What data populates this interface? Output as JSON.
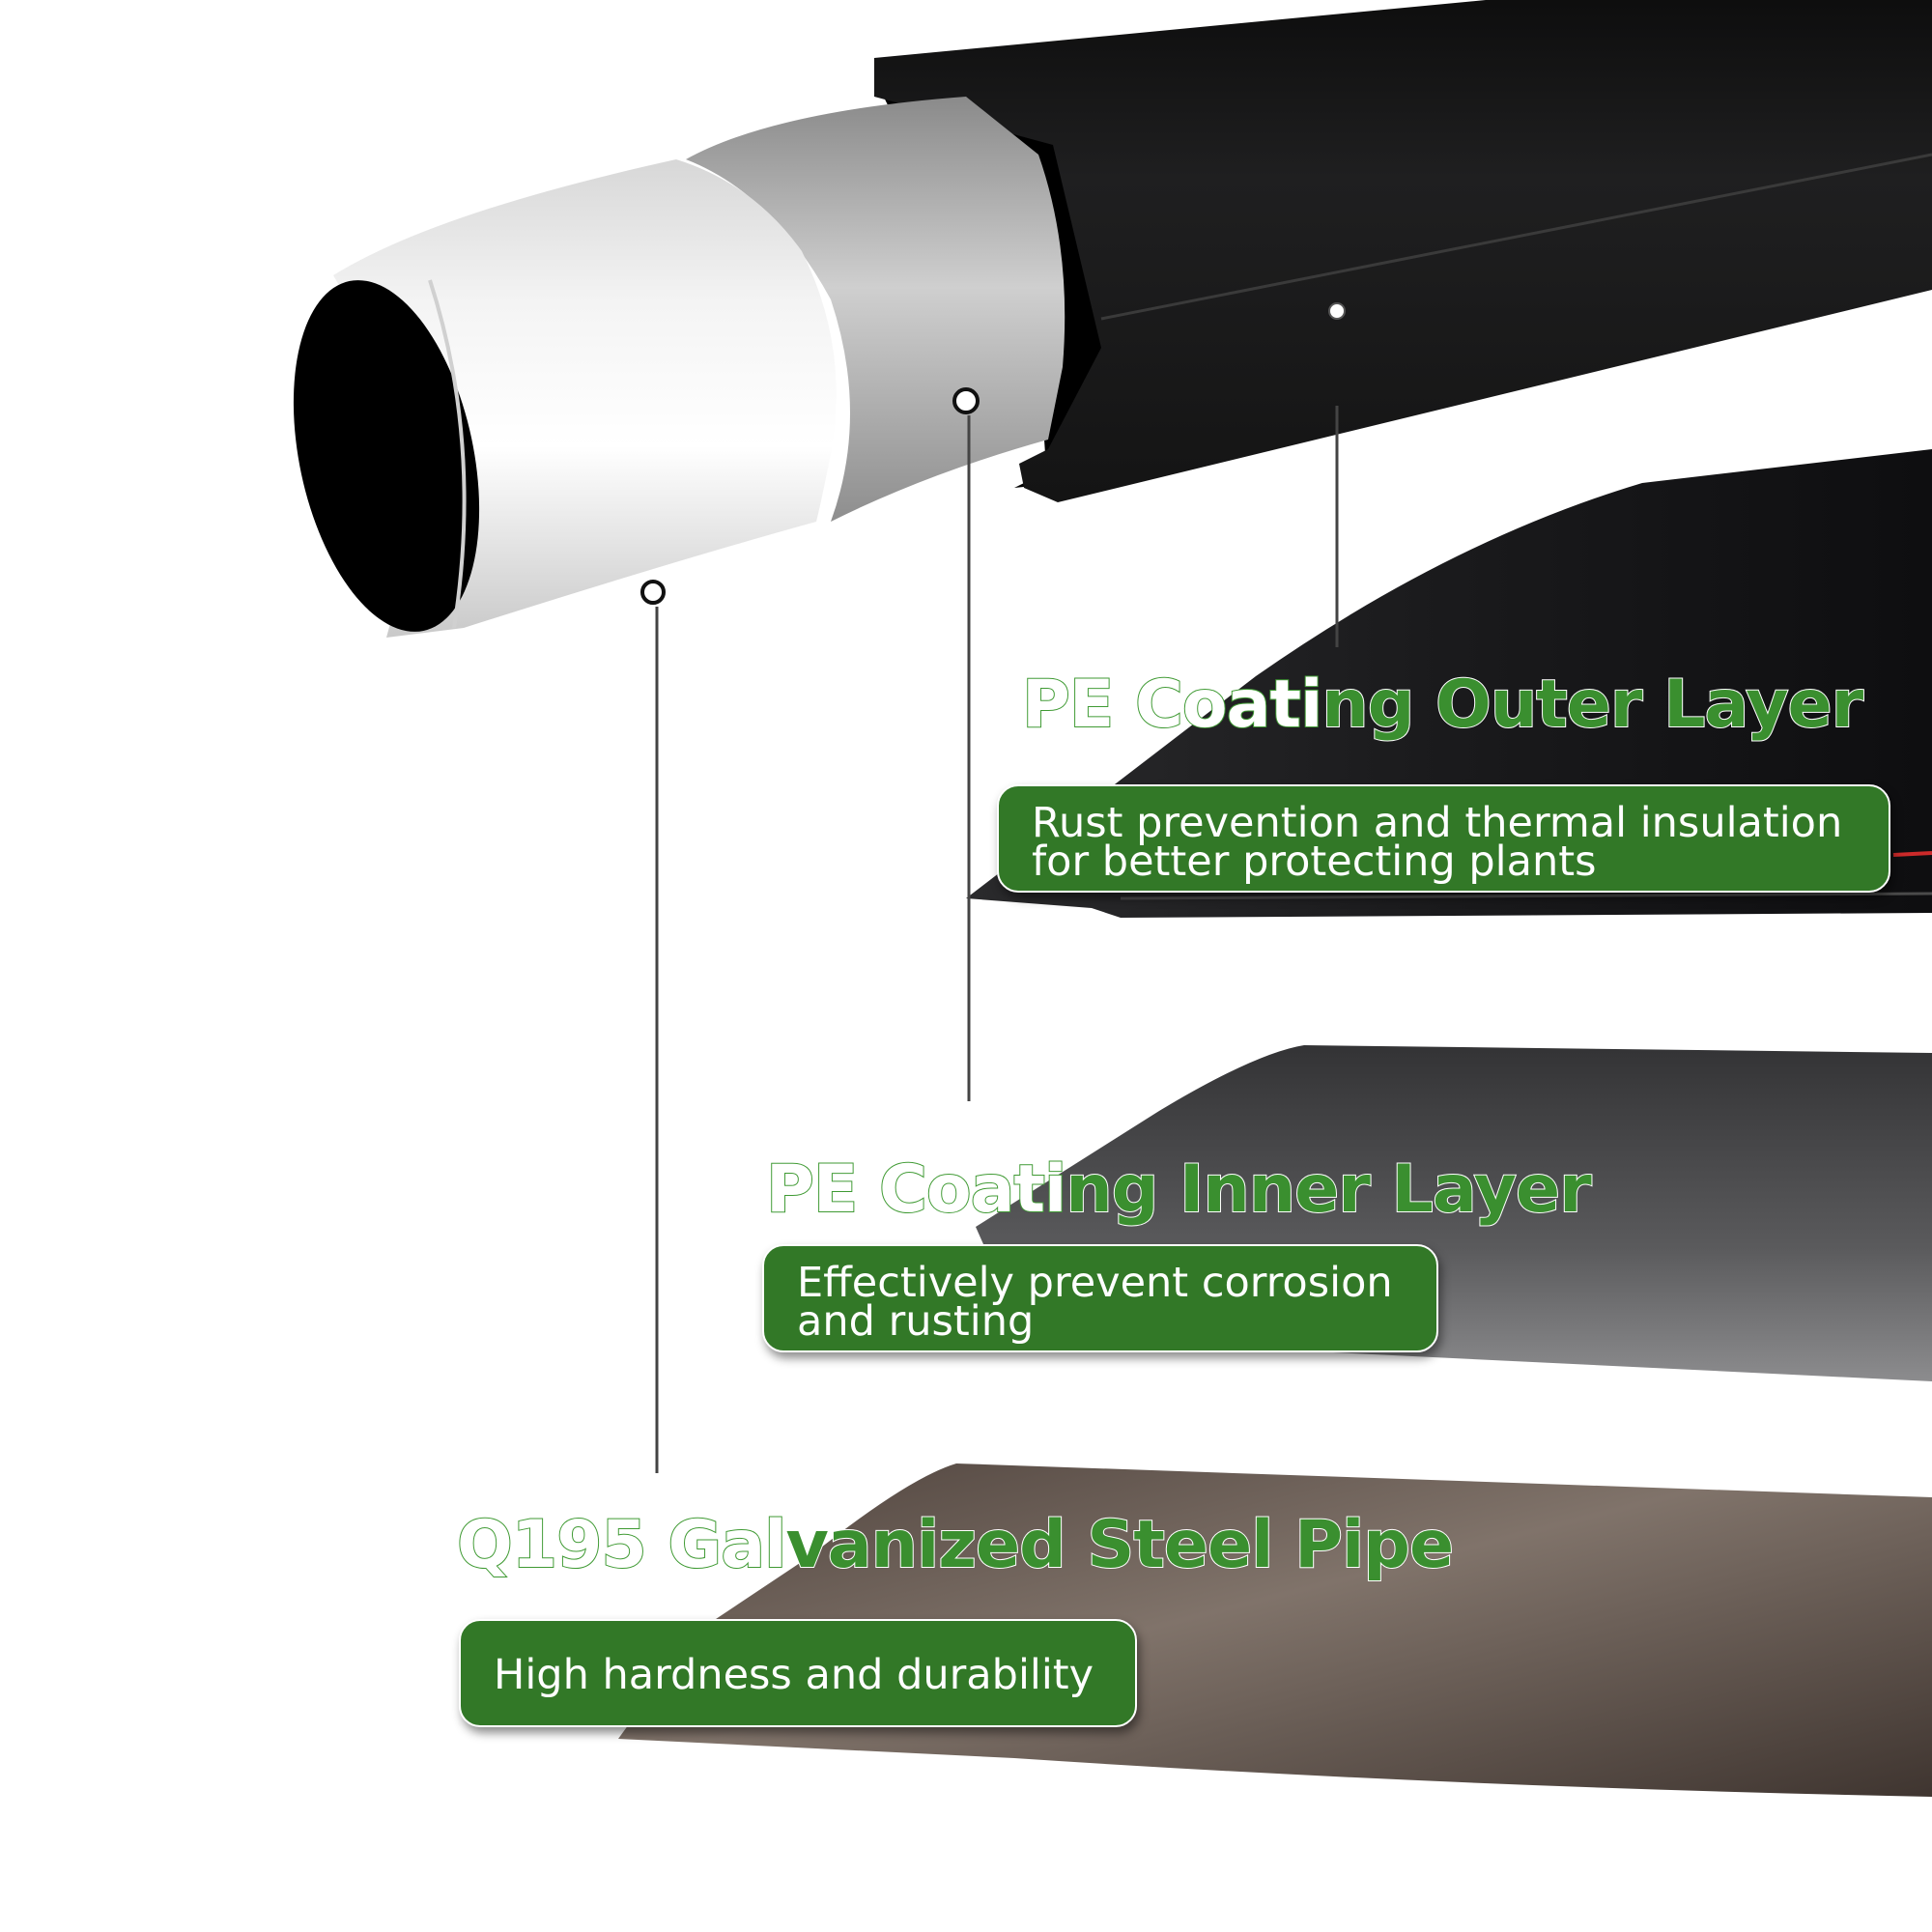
{
  "outer_layer": {
    "title_outline": "PE Coati",
    "title_solid": "ng Outer Layer",
    "desc_line1": "Rust prevention and thermal insulation",
    "desc_line2": "for better protecting plants"
  },
  "inner_layer": {
    "title_outline": "PE Coati",
    "title_solid": "ng Inner Layer",
    "desc_line1": "Effectively prevent corrosion",
    "desc_line2": "and rusting"
  },
  "steel_pipe": {
    "title_outline": "Q195 Gal",
    "title_solid": "vanized Steel Pipe",
    "desc_line1": "High hardness and durability"
  },
  "colors": {
    "accent_green": "#327827",
    "title_green": "#3a8f2f",
    "outer_coating": "#151515",
    "inner_coating": "#9a9a9a",
    "steel": "#6f6259"
  }
}
